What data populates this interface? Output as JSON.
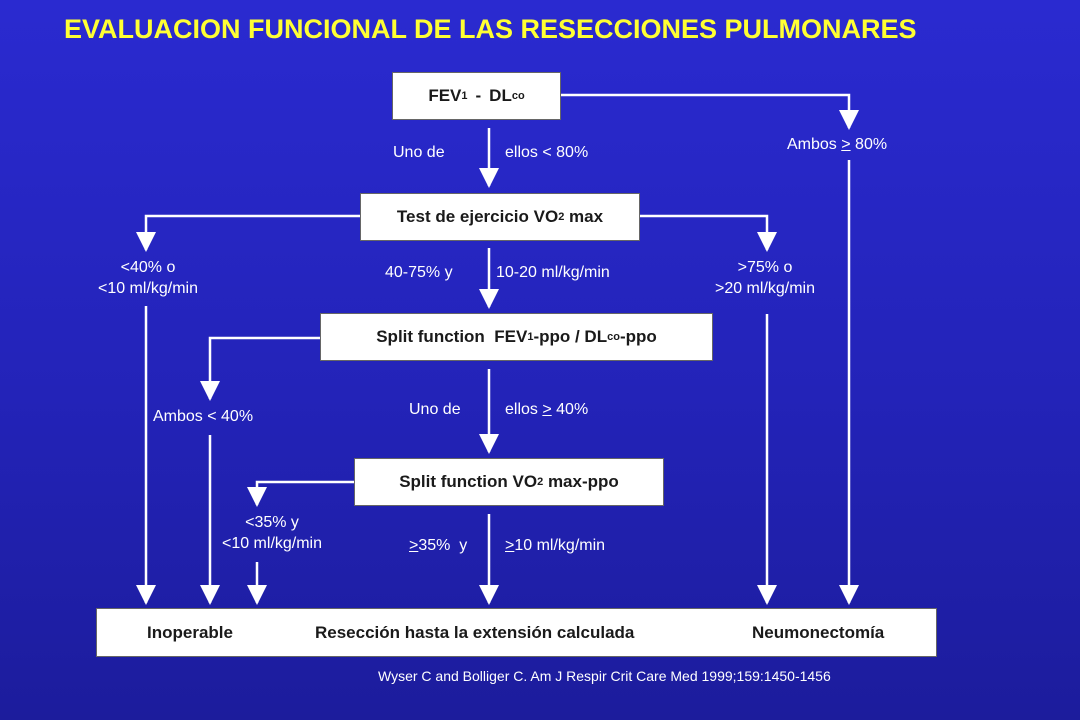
{
  "title": "EVALUACION FUNCIONAL DE LAS RESECCIONES PULMONARES",
  "boxes": {
    "fev_dl": {
      "a": "FEV",
      "a_sub": "1",
      "dash": "-",
      "b": "DL",
      "b_sub": "co"
    },
    "test": {
      "text": "Test de ejercicio VO",
      "sub": "2",
      "tail": " max"
    },
    "split1": {
      "a": "Split function  FEV",
      "a_sub": "1",
      "mid": "-ppo / DL",
      "b_sub": "co",
      "tail": "-ppo"
    },
    "split2": {
      "text": "Split function VO",
      "sub": "2",
      "tail": " max-ppo"
    }
  },
  "labels": {
    "uno_de_1": "Uno de",
    "ellos_80": "ellos < 80%",
    "ambos_80": {
      "pre": "Ambos ",
      "u": ">",
      "post": " 80%"
    },
    "lt40": {
      "line1": "<40% o",
      "line2": "<10 ml/kg/min"
    },
    "range_a": "40-75% y",
    "range_b": "10-20 ml/kg/min",
    "gt75": {
      "line1": ">75% o",
      "line2": ">20 ml/kg/min"
    },
    "ambos_40": "Ambos < 40%",
    "uno_de_2": "Uno de",
    "ellos_40": {
      "pre": "ellos ",
      "u": ">",
      "post": " 40%"
    },
    "lt35": {
      "line1": "<35% y",
      "line2": "<10 ml/kg/min"
    },
    "gt35": {
      "u": ">",
      "post": "35%  y"
    },
    "gt10": {
      "u": ">",
      "post": "10 ml/kg/min"
    }
  },
  "outcomes": {
    "inoperable": "Inoperable",
    "reseccion": "Resección hasta la extensión calculada",
    "neumonectomia": "Neumonectomía"
  },
  "citation": "Wyser C and Bolliger C. Am J Respir Crit Care Med 1999;159:1450-1456",
  "colors": {
    "background": "#2323b8",
    "title": "#ffff33",
    "box": "#ffffff",
    "arrow": "#ffffff"
  }
}
